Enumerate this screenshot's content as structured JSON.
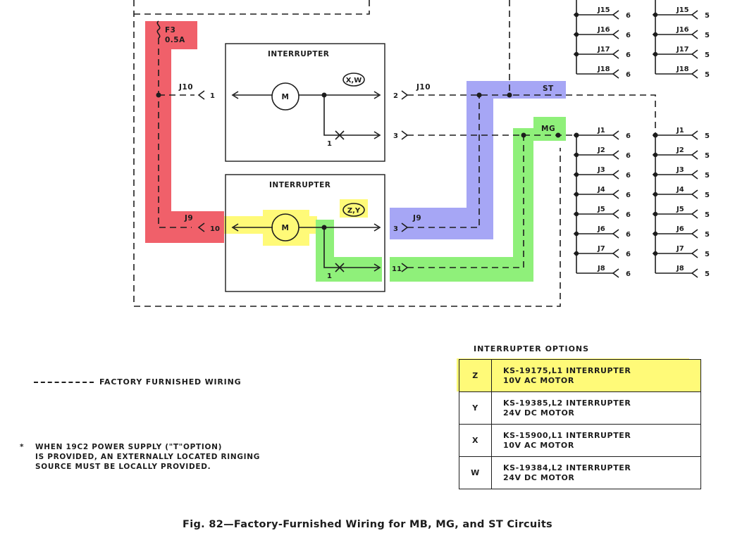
{
  "fuse": {
    "designation": "F3",
    "rating": "0.5A"
  },
  "interrupters": [
    {
      "title": "INTERRUPTER",
      "motor": "M",
      "options": "X,W",
      "in_jack": "J10",
      "in_pin": "1",
      "out_pin_a": "2",
      "out_pin_b": "3",
      "contact_pin": "1"
    },
    {
      "title": "INTERRUPTER",
      "motor": "M",
      "options": "Z,Y",
      "in_jack": "J9",
      "in_pin": "10",
      "out_pin_a": "3",
      "out_pin_b": "11",
      "contact_pin": "1"
    }
  ],
  "out_jacks": {
    "upper": "J10",
    "lower": "J9"
  },
  "circuits": {
    "st": "ST",
    "mg": "MG"
  },
  "jacks_upper_left": [
    {
      "jack": "J15",
      "pin": "6"
    },
    {
      "jack": "J16",
      "pin": "6"
    },
    {
      "jack": "J17",
      "pin": "6"
    },
    {
      "jack": "J18",
      "pin": "6"
    }
  ],
  "jacks_upper_right": [
    {
      "jack": "J15",
      "pin": "5"
    },
    {
      "jack": "J16",
      "pin": "5"
    },
    {
      "jack": "J17",
      "pin": "5"
    },
    {
      "jack": "J18",
      "pin": "5"
    }
  ],
  "jacks_left": [
    {
      "jack": "J1",
      "pin": "6"
    },
    {
      "jack": "J2",
      "pin": "6"
    },
    {
      "jack": "J3",
      "pin": "6"
    },
    {
      "jack": "J4",
      "pin": "6"
    },
    {
      "jack": "J5",
      "pin": "6"
    },
    {
      "jack": "J6",
      "pin": "6"
    },
    {
      "jack": "J7",
      "pin": "6"
    },
    {
      "jack": "J8",
      "pin": "6"
    }
  ],
  "jacks_right": [
    {
      "jack": "J1",
      "pin": "5"
    },
    {
      "jack": "J2",
      "pin": "5"
    },
    {
      "jack": "J3",
      "pin": "5"
    },
    {
      "jack": "J4",
      "pin": "5"
    },
    {
      "jack": "J5",
      "pin": "5"
    },
    {
      "jack": "J6",
      "pin": "5"
    },
    {
      "jack": "J7",
      "pin": "5"
    },
    {
      "jack": "J8",
      "pin": "5"
    }
  ],
  "options_table": {
    "title": "INTERRUPTER OPTIONS",
    "rows": [
      {
        "code": "Z",
        "line1": "KS-19175,L1 INTERRUPTER",
        "line2": "10V AC MOTOR"
      },
      {
        "code": "Y",
        "line1": "KS-19385,L2 INTERRUPTER",
        "line2": "24V DC MOTOR"
      },
      {
        "code": "X",
        "line1": "KS-15900,L1 INTERRUPTER",
        "line2": "10V AC MOTOR"
      },
      {
        "code": "W",
        "line1": "KS-19384,L2 INTERRUPTER",
        "line2": "24V DC MOTOR"
      }
    ]
  },
  "legend": {
    "label": "FACTORY FURNISHED WIRING"
  },
  "note": {
    "mark": "*",
    "lines": [
      "WHEN 19C2 POWER SUPPLY (\"T\"OPTION)",
      "IS PROVIDED, AN EXTERNALLY LOCATED RINGING",
      "SOURCE MUST BE LOCALLY PROVIDED."
    ]
  },
  "caption": "Fig. 82—Factory-Furnished Wiring for MB, MG, and ST Circuits",
  "highlight_colors": {
    "red": "#f0606a",
    "yellow": "#fffa78",
    "blue": "#a6a6f5",
    "green": "#8ff07a"
  }
}
